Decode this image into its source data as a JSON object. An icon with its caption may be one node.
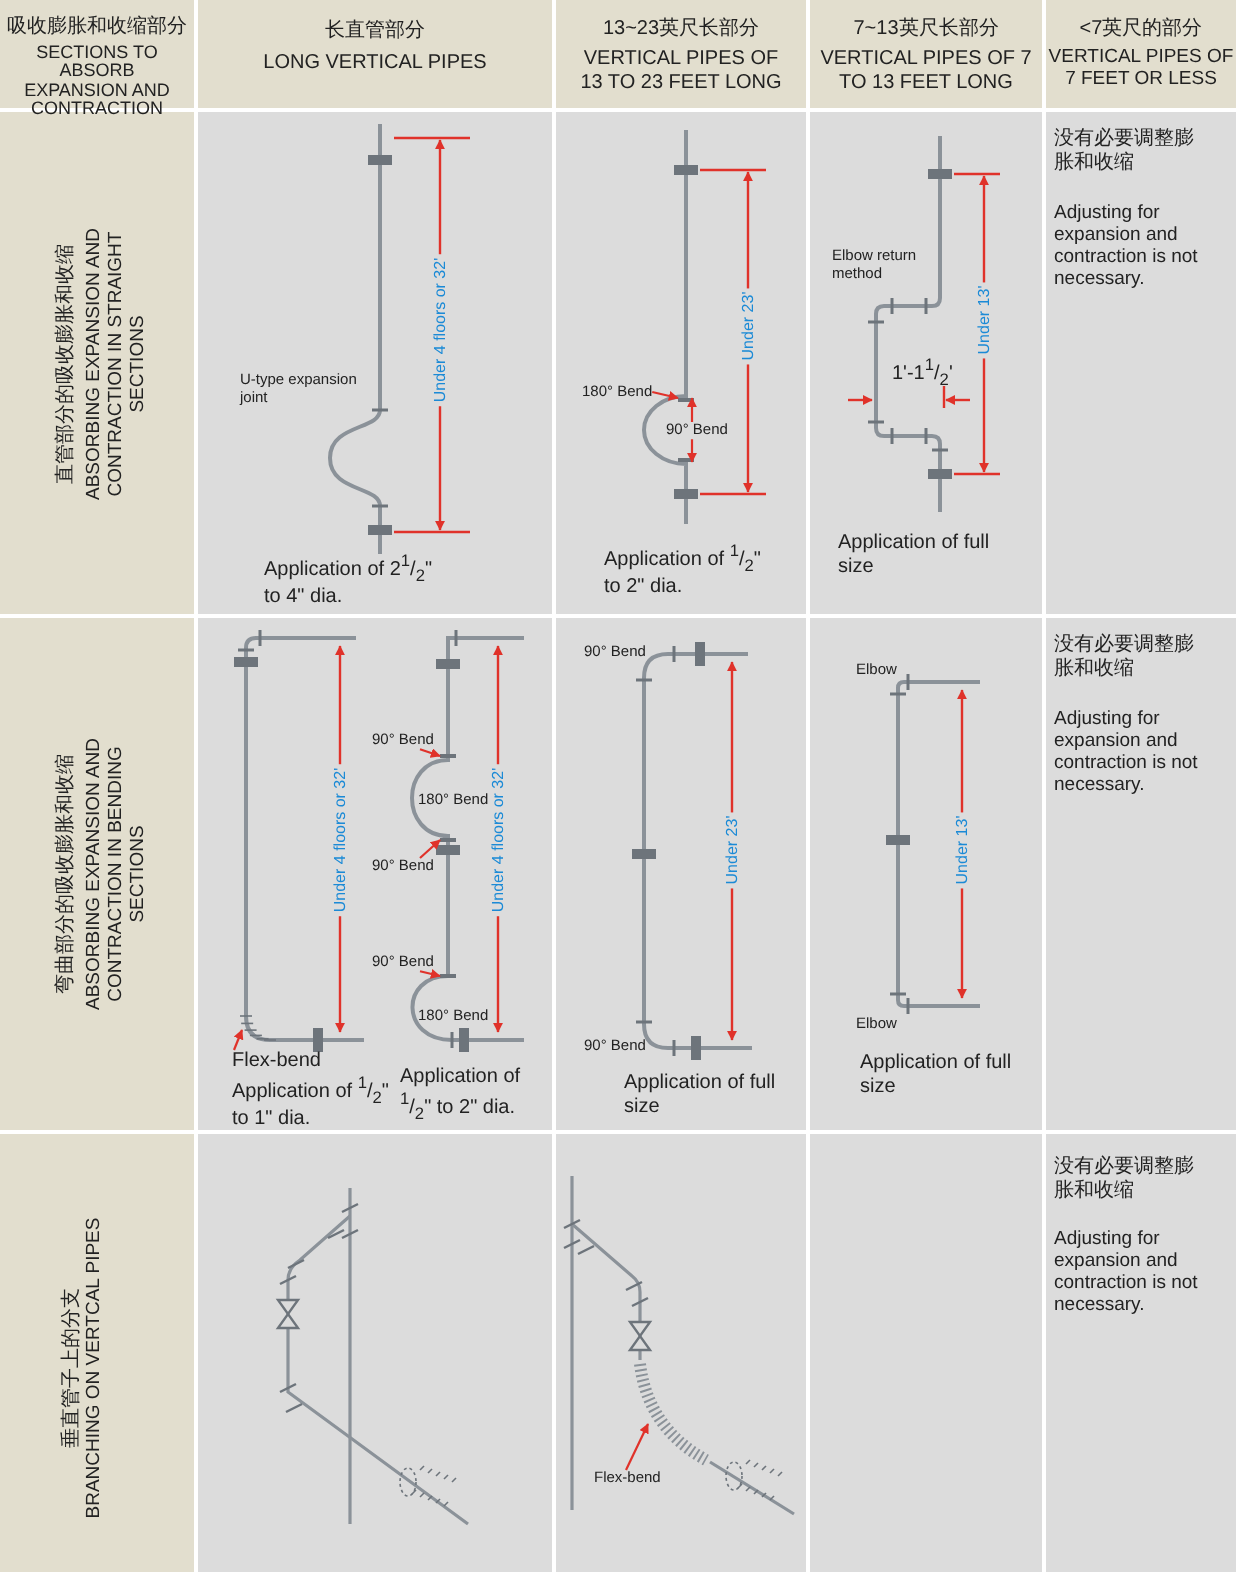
{
  "diagram": {
    "nodes": [
      {
        "text": [
          "180° Bend"
        ]
      },
      {
        "text": [
          "90° Bend"
        ]
      },
      {
        "text": [
          "Flex-bend"
        ]
      },
      {
        "text": [
          "90° Bend"
        ]
      },
      {
        "text": [
          "90° Bend"
        ]
      },
      {
        "text": [
          "90° Bend"
        ]
      },
      {
        "text": [
          "Flex-bend"
        ]
      },
      {
        "text": [],
        "shape": "bar"
      },
      {
        "text": [],
        "shape": "bar"
      },
      {
        "text": [],
        "shape": "picture"
      },
      {
        "text": [],
        "shape": "bar"
      },
      {
        "text": [],
        "shape": "bar"
      },
      {
        "text": [],
        "shape": "bar"
      },
      {
        "text": [],
        "shape": "picture"
      }
    ],
    "edges": [
      {
        "from": 0,
        "to": 7,
        "arrow": "to"
      },
      {
        "from": 1,
        "to": 7,
        "arrow": "to"
      },
      {
        "from": 1,
        "to": 8,
        "arrow": "to"
      },
      {
        "from": 2,
        "to": 9,
        "arrow": "to"
      },
      {
        "from": 3,
        "to": 10,
        "arrow": "to"
      },
      {
        "from": 4,
        "to": 11,
        "arrow": "to"
      },
      {
        "from": 5,
        "to": 12,
        "arrow": "to"
      },
      {
        "from": 6,
        "to": 13,
        "arrow": "to"
      }
    ],
    "labels": [
      "吸收膨胀和收缩部分",
      "SECTIONS TO ABSORB EXPANSION AND CONTRACTION",
      "长直管部分",
      "LONG VERTICAL PIPES",
      "13~23英尺长部分",
      "VERTICAL PIPES OF 13 TO 23 FEET LONG",
      "7~13英尺长部分",
      "VERTICAL PIPES OF 7 TO 13 FEET LONG",
      "<7英尺的部分",
      "VERTICAL PIPES OF 7 FEET OR LESS",
      "直管部分的吸收膨胀和收缩",
      "ABSORBING EXPANSION AND CONTRACTION IN STRAIGHT SECTIONS",
      "U-type expansion joint",
      "Under 4 floors or 32'",
      "Application of 2$^{1}$/$_{2}$\" to 4\" dia.",
      "Under 23'",
      "Application of $^{1}$/$_{2}$\" to 2\" dia.",
      "Elbow return method",
      "1'-1$^{1}$/$_{2}$'",
      "Under 13'",
      "Application of full size",
      "没有必要调整膨胀和收缩",
      "Adjusting for expansion and contraction is not necessary.",
      "弯曲部分的吸收膨胀和收缩",
      "ABSORBING EXPANSION AND CONTRACTION IN BENDING SECTIONS",
      "Under 4 floors or 32'",
      "Application of $^{1}$/$_{2}$\" to 1\" dia.",
      "180° Bend",
      "180° Bend",
      "Under 4 floors or 32'",
      "Application of $^{1}$/$_{2}$\" to 2\" dia.",
      "90° Bend",
      "90° Bend",
      "Under 23'",
      "Application of full size",
      "Elbow",
      "Elbow",
      "Under 13'",
      "Application of full size",
      "没有必要调整膨胀和收缩",
      "Adjusting for expansion and contraction is not necessary.",
      "垂直管子上的分支",
      "BRANCHING ON VERTCAL PIPES",
      "没有必要调整膨胀和收缩",
      "Adjusting for expansion and contraction is not necessary."
    ]
  }
}
